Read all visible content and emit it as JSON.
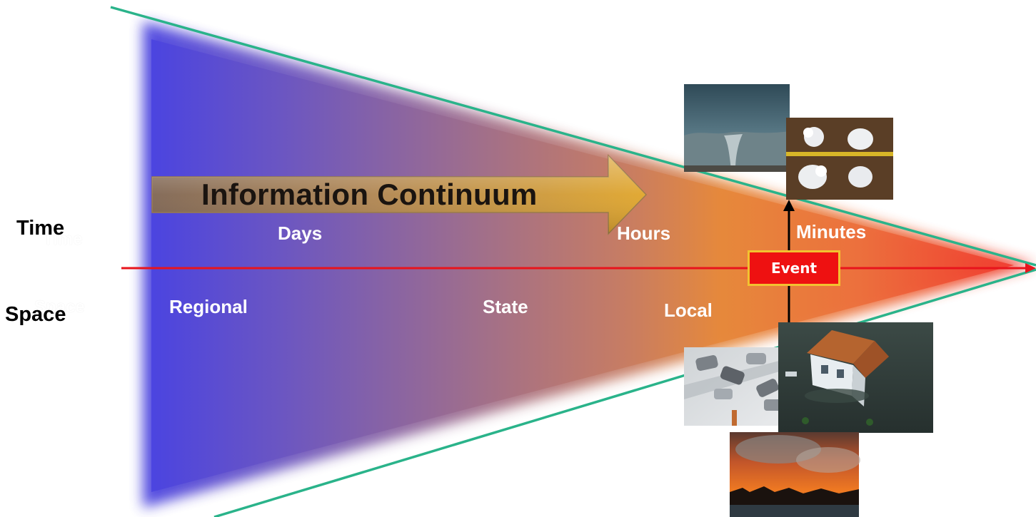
{
  "banner": {
    "title": "Information Continuum"
  },
  "axes": {
    "time_label": "Time",
    "space_label": "Space",
    "time_ghost": "Time",
    "space_ghost": "Space"
  },
  "time_scale": [
    "Days",
    "Hours",
    "Minutes"
  ],
  "space_scale": [
    "Regional",
    "State",
    "Local"
  ],
  "event": {
    "label": "Event",
    "fill_color": "#ee1111",
    "border_color": "#f2c230"
  },
  "photos": [
    {
      "subject": "tornado"
    },
    {
      "subject": "hailstones"
    },
    {
      "subject": "icy-road-crash"
    },
    {
      "subject": "flooded-house"
    },
    {
      "subject": "wildfire"
    }
  ],
  "colors": {
    "wedge_start": "#4a43e0",
    "wedge_mid": "#a06e8a",
    "wedge_orange": "#e6883a",
    "wedge_end": "#ef3a2c",
    "boundary_lines": "#2ab38a",
    "axis_line": "#e8141c",
    "event_connector": "#000000",
    "banner_arrow": "#d79a28"
  }
}
